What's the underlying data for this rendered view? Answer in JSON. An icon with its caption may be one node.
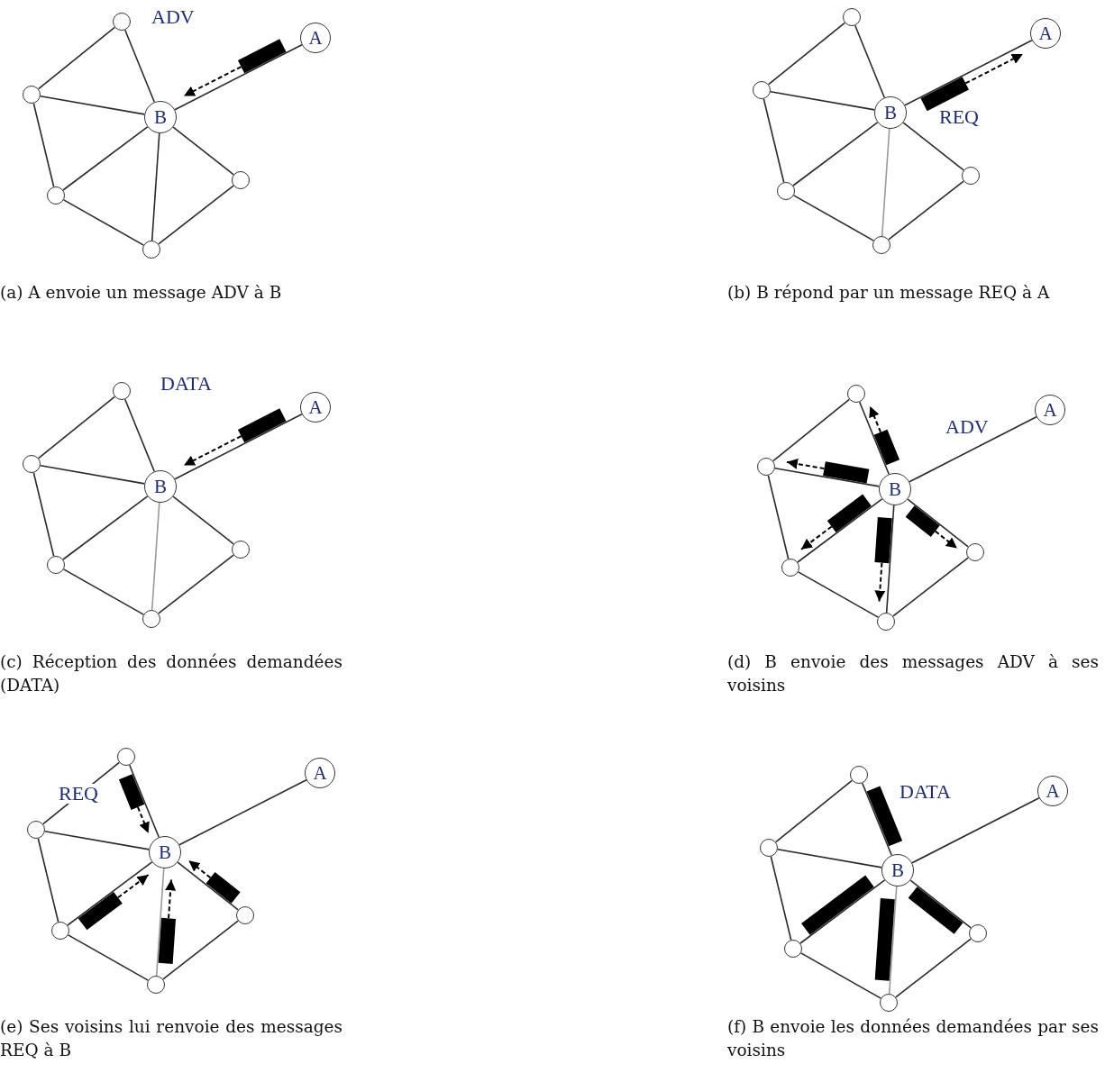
{
  "diagram": {
    "nodes": [
      {
        "text": [],
        "shape": "circle"
      },
      {
        "text": [
          "A"
        ]
      },
      {
        "text": [],
        "shape": "circle"
      },
      {
        "text": [
          "B"
        ]
      },
      {
        "text": [],
        "shape": "circle"
      },
      {
        "text": [],
        "shape": "circle"
      },
      {
        "text": [],
        "shape": "circle"
      },
      {
        "text": [],
        "shape": "circle"
      },
      {
        "text": [
          "A"
        ]
      },
      {
        "text": [],
        "shape": "circle"
      },
      {
        "text": [
          "B"
        ]
      },
      {
        "text": [],
        "shape": "circle"
      },
      {
        "text": [],
        "shape": "circle"
      },
      {
        "text": [],
        "shape": "circle"
      },
      {
        "text": [],
        "shape": "circle"
      },
      {
        "text": [
          "A"
        ]
      },
      {
        "text": [],
        "shape": "circle"
      },
      {
        "text": [
          "B"
        ]
      },
      {
        "text": [],
        "shape": "circle"
      },
      {
        "text": [],
        "shape": "circle"
      },
      {
        "text": [],
        "shape": "circle"
      },
      {
        "text": [],
        "shape": "circle"
      },
      {
        "text": [
          "A"
        ]
      },
      {
        "text": [],
        "shape": "circle"
      },
      {
        "text": [
          "B"
        ]
      },
      {
        "text": [],
        "shape": "circle"
      },
      {
        "text": [],
        "shape": "circle"
      },
      {
        "text": [],
        "shape": "circle"
      },
      {
        "text": [],
        "shape": "circle"
      },
      {
        "text": [
          "A"
        ]
      },
      {
        "text": [],
        "shape": "circle"
      },
      {
        "text": [
          "B"
        ]
      },
      {
        "text": [],
        "shape": "circle"
      },
      {
        "text": [],
        "shape": "circle"
      },
      {
        "text": [],
        "shape": "circle"
      },
      {
        "text": [],
        "shape": "circle"
      },
      {
        "text": [
          "A"
        ]
      },
      {
        "text": [],
        "shape": "circle"
      },
      {
        "text": [
          "B"
        ]
      },
      {
        "text": [],
        "shape": "circle"
      },
      {
        "text": [],
        "shape": "circle"
      },
      {
        "text": [],
        "shape": "circle"
      }
    ],
    "edges": [
      {
        "from": 0,
        "to": 2,
        "arrow": "none"
      },
      {
        "from": 0,
        "to": 3,
        "arrow": "none"
      },
      {
        "from": 2,
        "to": 3,
        "arrow": "none"
      },
      {
        "from": 2,
        "to": 5,
        "arrow": "none"
      },
      {
        "from": 5,
        "to": 3,
        "arrow": "none"
      },
      {
        "from": 5,
        "to": 6,
        "arrow": "none"
      },
      {
        "from": 6,
        "to": 3,
        "arrow": "none"
      },
      {
        "from": 6,
        "to": 4,
        "arrow": "none"
      },
      {
        "from": 4,
        "to": 3,
        "arrow": "none"
      },
      {
        "from": 3,
        "to": 1,
        "arrow": "none"
      },
      {
        "from": 1,
        "to": 3,
        "arrow": "to",
        "style": "dashed"
      },
      {
        "from": 7,
        "to": 9,
        "arrow": "none"
      },
      {
        "from": 7,
        "to": 10,
        "arrow": "none"
      },
      {
        "from": 9,
        "to": 10,
        "arrow": "none"
      },
      {
        "from": 9,
        "to": 12,
        "arrow": "none"
      },
      {
        "from": 12,
        "to": 10,
        "arrow": "none"
      },
      {
        "from": 12,
        "to": 13,
        "arrow": "none"
      },
      {
        "from": 13,
        "to": 10,
        "arrow": "none",
        "color": "#9a9a9a"
      },
      {
        "from": 13,
        "to": 11,
        "arrow": "none"
      },
      {
        "from": 11,
        "to": 10,
        "arrow": "none"
      },
      {
        "from": 10,
        "to": 8,
        "arrow": "none"
      },
      {
        "from": 10,
        "to": 8,
        "arrow": "to",
        "style": "dashed"
      },
      {
        "from": 14,
        "to": 16,
        "arrow": "none"
      },
      {
        "from": 14,
        "to": 17,
        "arrow": "none"
      },
      {
        "from": 16,
        "to": 17,
        "arrow": "none"
      },
      {
        "from": 16,
        "to": 19,
        "arrow": "none"
      },
      {
        "from": 19,
        "to": 17,
        "arrow": "none"
      },
      {
        "from": 19,
        "to": 20,
        "arrow": "none"
      },
      {
        "from": 20,
        "to": 17,
        "arrow": "none",
        "color": "#9a9a9a"
      },
      {
        "from": 20,
        "to": 18,
        "arrow": "none"
      },
      {
        "from": 18,
        "to": 17,
        "arrow": "none"
      },
      {
        "from": 17,
        "to": 15,
        "arrow": "none"
      },
      {
        "from": 15,
        "to": 17,
        "arrow": "to",
        "style": "dashed"
      },
      {
        "from": 21,
        "to": 23,
        "arrow": "none"
      },
      {
        "from": 21,
        "to": 24,
        "arrow": "none"
      },
      {
        "from": 23,
        "to": 24,
        "arrow": "none"
      },
      {
        "from": 23,
        "to": 26,
        "arrow": "none"
      },
      {
        "from": 26,
        "to": 24,
        "arrow": "none"
      },
      {
        "from": 26,
        "to": 27,
        "arrow": "none"
      },
      {
        "from": 27,
        "to": 24,
        "arrow": "none"
      },
      {
        "from": 27,
        "to": 25,
        "arrow": "none"
      },
      {
        "from": 25,
        "to": 24,
        "arrow": "none"
      },
      {
        "from": 24,
        "to": 22,
        "arrow": "none"
      },
      {
        "from": 24,
        "to": 21,
        "arrow": "to",
        "style": "dashed"
      },
      {
        "from": 24,
        "to": 23,
        "arrow": "to",
        "style": "dashed"
      },
      {
        "from": 24,
        "to": 26,
        "arrow": "to",
        "style": "dashed"
      },
      {
        "from": 24,
        "to": 27,
        "arrow": "to",
        "style": "dashed"
      },
      {
        "from": 24,
        "to": 25,
        "arrow": "to",
        "style": "dashed"
      },
      {
        "from": 28,
        "to": 30,
        "arrow": "none"
      },
      {
        "from": 28,
        "to": 31,
        "arrow": "none"
      },
      {
        "from": 30,
        "to": 31,
        "arrow": "none"
      },
      {
        "from": 30,
        "to": 33,
        "arrow": "none"
      },
      {
        "from": 33,
        "to": 31,
        "arrow": "none"
      },
      {
        "from": 33,
        "to": 34,
        "arrow": "none"
      },
      {
        "from": 34,
        "to": 31,
        "arrow": "none",
        "color": "#9a9a9a"
      },
      {
        "from": 34,
        "to": 32,
        "arrow": "none"
      },
      {
        "from": 32,
        "to": 31,
        "arrow": "none"
      },
      {
        "from": 31,
        "to": 29,
        "arrow": "none"
      },
      {
        "from": 28,
        "to": 31,
        "arrow": "to",
        "style": "dashed"
      },
      {
        "from": 33,
        "to": 31,
        "arrow": "to",
        "style": "dashed"
      },
      {
        "from": 34,
        "to": 31,
        "arrow": "to",
        "style": "dashed"
      },
      {
        "from": 32,
        "to": 31,
        "arrow": "to",
        "style": "dashed"
      },
      {
        "from": 35,
        "to": 37,
        "arrow": "none"
      },
      {
        "from": 35,
        "to": 38,
        "arrow": "none"
      },
      {
        "from": 37,
        "to": 38,
        "arrow": "none"
      },
      {
        "from": 37,
        "to": 40,
        "arrow": "none"
      },
      {
        "from": 40,
        "to": 38,
        "arrow": "none"
      },
      {
        "from": 40,
        "to": 41,
        "arrow": "none"
      },
      {
        "from": 41,
        "to": 38,
        "arrow": "none",
        "color": "#9a9a9a"
      },
      {
        "from": 41,
        "to": 39,
        "arrow": "none"
      },
      {
        "from": 39,
        "to": 38,
        "arrow": "none"
      },
      {
        "from": 38,
        "to": 36,
        "arrow": "none"
      },
      {
        "from": 38,
        "to": 35,
        "arrow": "none",
        "style": "thick"
      },
      {
        "from": 38,
        "to": 40,
        "arrow": "none",
        "style": "thick"
      },
      {
        "from": 38,
        "to": 41,
        "arrow": "none",
        "style": "thick"
      },
      {
        "from": 38,
        "to": 39,
        "arrow": "none",
        "style": "thick"
      }
    ],
    "labels": [
      "ADV",
      "REQ",
      "(a) A envoie un message ADV à B",
      "(b) B répond par un message REQ à A",
      "DATA",
      "ADV",
      "(c) Réception des données demandées (DATA)",
      "(d) B envoie des messages ADV à ses voisins",
      "REQ",
      "DATA",
      "(e) Ses voisins lui renvoie des messages REQ à B",
      "(f) B envoie les données demandées par ses voisins"
    ]
  }
}
